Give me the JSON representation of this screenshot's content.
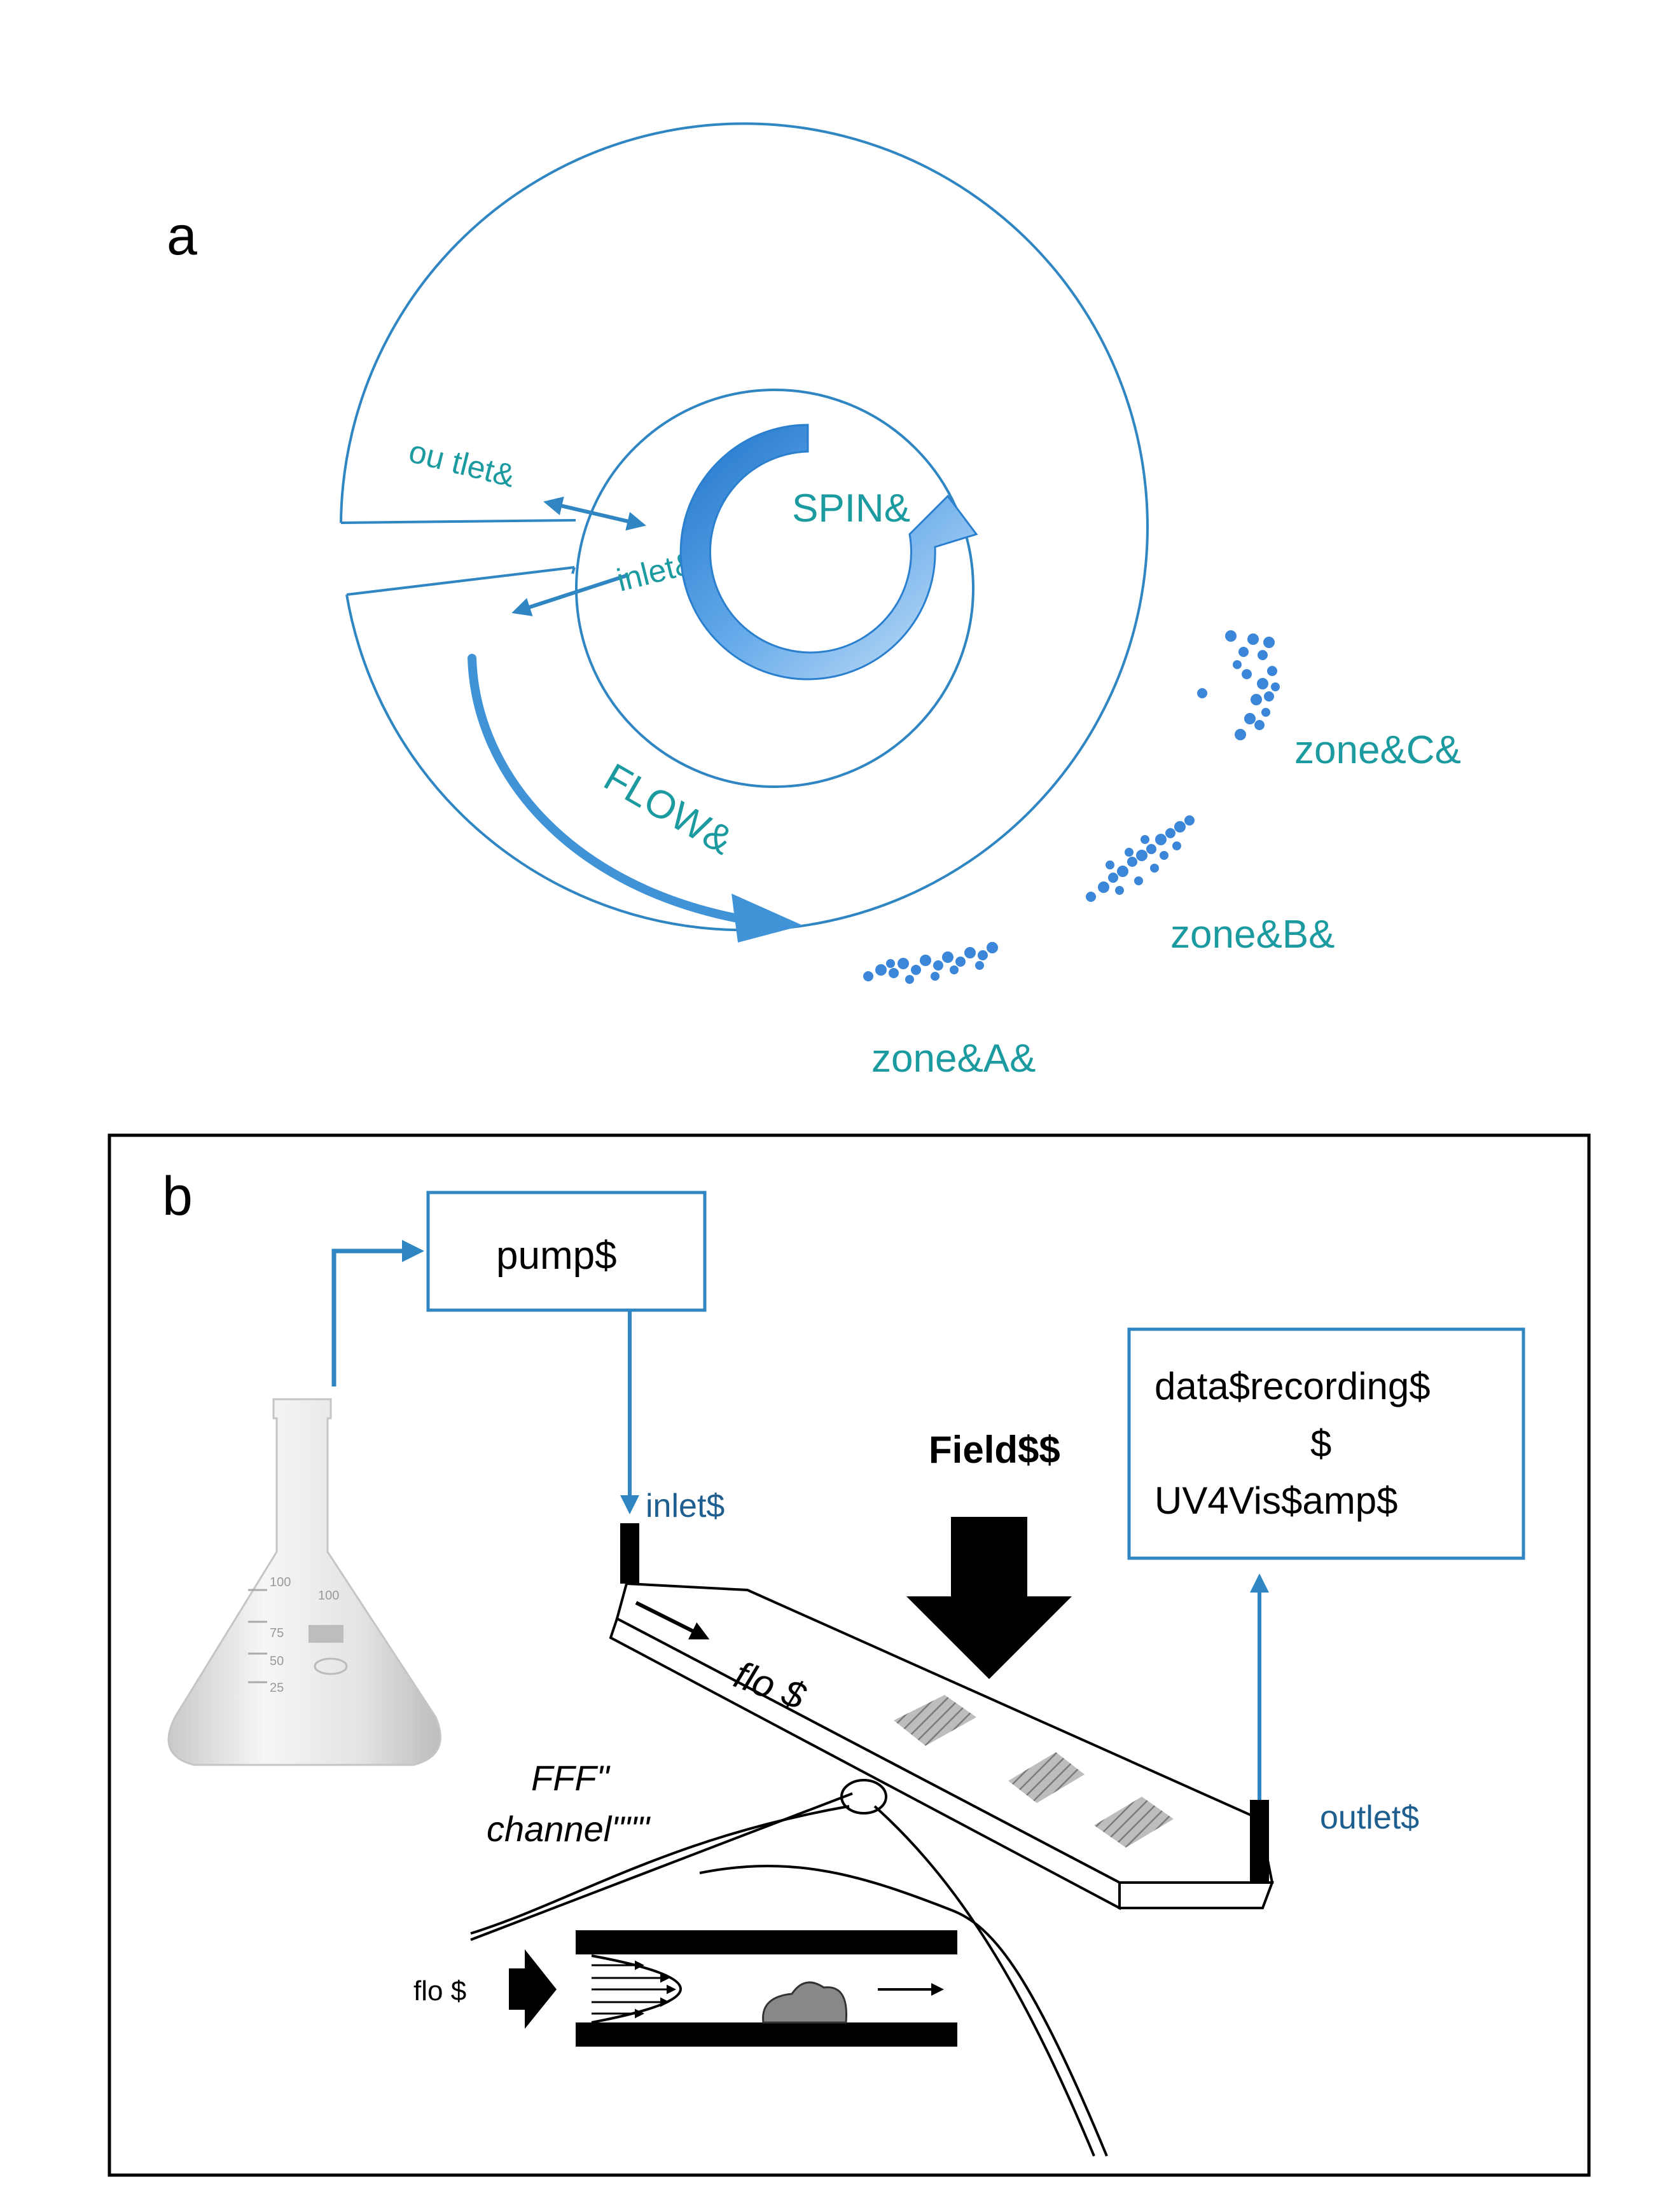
{
  "colors": {
    "line_blue": "#2f86c2",
    "arrow_blue": "#3f93d6",
    "text_teal": "#1b9aa0",
    "text_blue": "#1f5f8f",
    "black": "#000000",
    "dots": "#3b86d8",
    "hatch": "#999999"
  },
  "panel_a": {
    "label": "a",
    "outlet_label": "ou tlet&",
    "inlet_label": "inlet&",
    "spin_label": "SPIN&",
    "flow_label": "FLOW&",
    "zone_a": "zone&A&",
    "zone_b": "zone&B&",
    "zone_c": "zone&C&"
  },
  "panel_b": {
    "label": "b",
    "pump_label": "pump$",
    "inlet_label": "inlet$",
    "field_label": "Field$$",
    "detector_line1": "data$recording$",
    "detector_line2": "$",
    "detector_line3": "UV4Vis$amp$",
    "outlet_label": "outlet$",
    "flow_label": "flo   $",
    "channel_line1": "FFF\"",
    "channel_line2": "channel\"\"\"",
    "inset_flow_label": "flo   $",
    "flask_marks": [
      "100",
      "100",
      "75",
      "50",
      "25"
    ]
  }
}
